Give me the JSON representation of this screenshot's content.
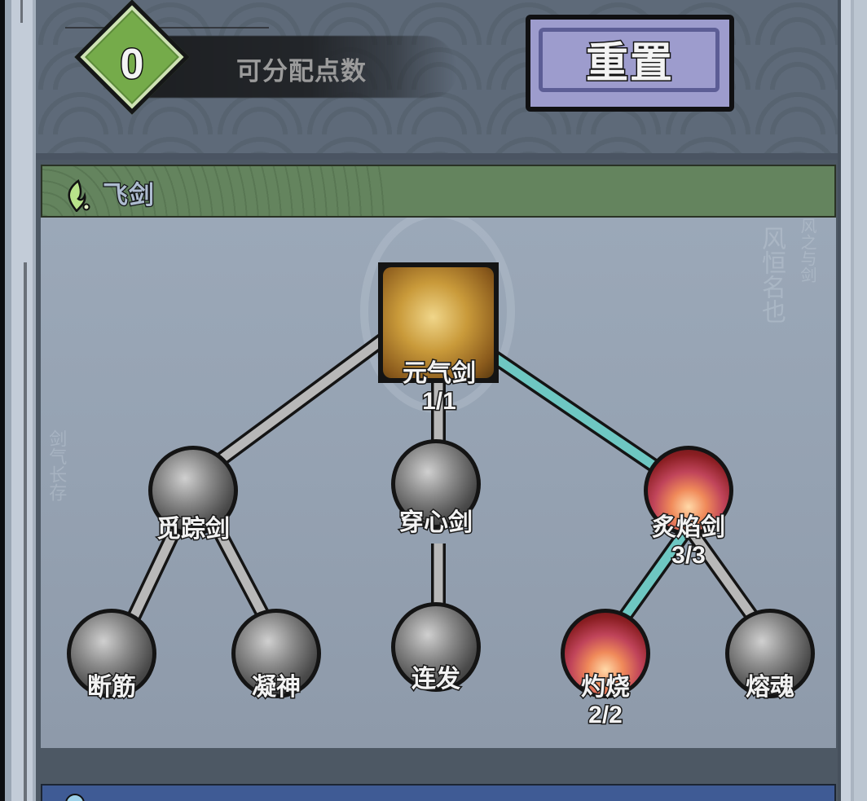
{
  "header": {
    "available_points": "0",
    "available_points_label": "可分配点数",
    "reset_label": "重置"
  },
  "colors": {
    "points_badge": "#75ab4a",
    "reset_button": "#9d9ccd",
    "section_header": "#64845e",
    "link_active": "#6ec7c2",
    "link_inactive": "#b8b8b8",
    "next_section_header": "#3f5b95"
  },
  "section": {
    "title": "飞剑",
    "icon": "flame-sword-icon"
  },
  "tree": {
    "root": {
      "name": "元气剑",
      "level": "1/1",
      "state": "learned"
    },
    "branches": [
      {
        "name": "觅踪剑",
        "level": "",
        "state": "locked",
        "children": [
          {
            "name": "断筋",
            "level": "",
            "state": "locked"
          },
          {
            "name": "凝神",
            "level": "",
            "state": "locked"
          }
        ]
      },
      {
        "name": "穿心剑",
        "level": "",
        "state": "locked",
        "children": [
          {
            "name": "连发",
            "level": "",
            "state": "locked"
          }
        ]
      },
      {
        "name": "炙焰剑",
        "level": "3/3",
        "state": "learned",
        "children": [
          {
            "name": "灼烧",
            "level": "2/2",
            "state": "learned"
          },
          {
            "name": "熔魂",
            "level": "",
            "state": "locked"
          }
        ]
      }
    ]
  },
  "next_section": {
    "title": ""
  }
}
